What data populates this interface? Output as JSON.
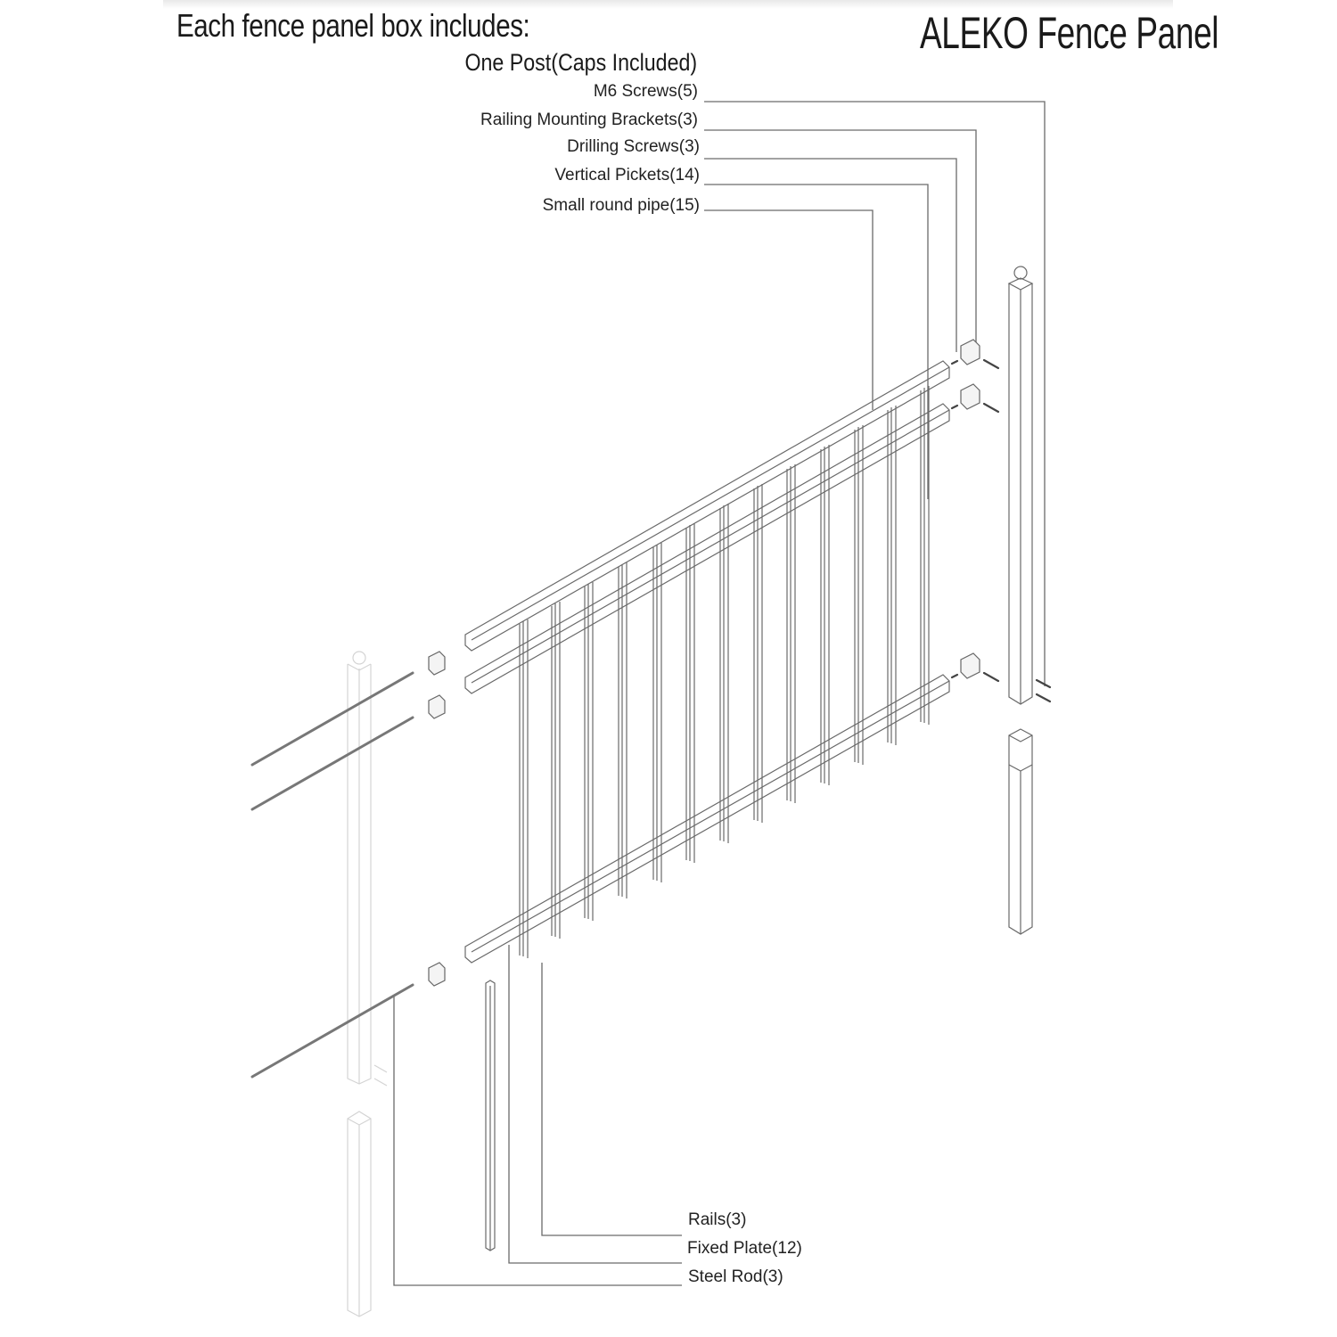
{
  "header": {
    "left_title": "Each fence panel box includes:",
    "right_title": "ALEKO Fence Panel"
  },
  "parts_top": {
    "post": "One Post(Caps Included)",
    "items": [
      {
        "label": "M6 Screws(5)"
      },
      {
        "label": "Railing Mounting Brackets(3)"
      },
      {
        "label": "Drilling Screws(3)"
      },
      {
        "label": "Vertical Pickets(14)"
      },
      {
        "label": "Small round pipe(15)"
      }
    ]
  },
  "parts_bottom": {
    "items": [
      {
        "label": "Rails(3)"
      },
      {
        "label": "Fixed Plate(12)"
      },
      {
        "label": "Steel Rod(3)"
      }
    ]
  },
  "colors": {
    "line": "#555555",
    "faint": "#cfcfcf",
    "text": "#1a1a1a"
  }
}
